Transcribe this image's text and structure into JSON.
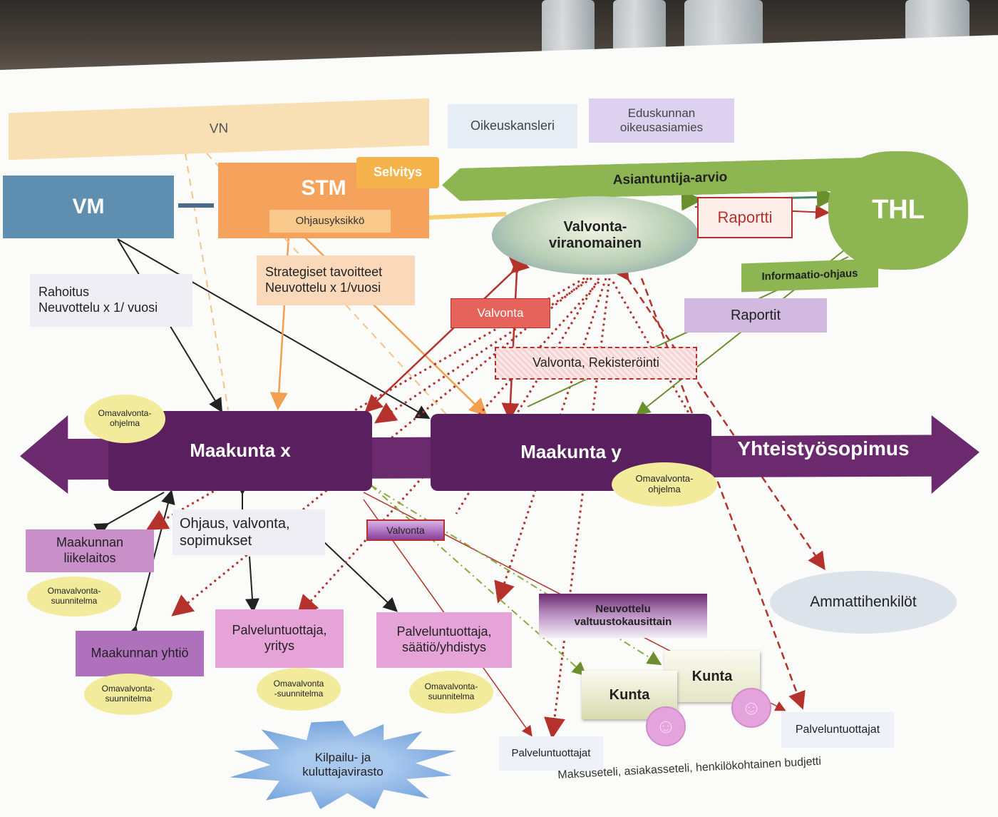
{
  "nodes": {
    "vn": "VN",
    "oikeuskansleri": "Oikeuskansleri",
    "eduskunnan": "Eduskunnan\noikeusasiamies",
    "vm": "VM",
    "stm": "STM",
    "selvitys": "Selvitys",
    "ohjausyksikko": "Ohjausyksikkö",
    "asiantuntija": "Asiantuntija-arvio",
    "thl": "THL",
    "valvontaviranomainen": "Valvonta-\nviranomainen",
    "raportti": "Raportti",
    "rahoitus": "Rahoitus\nNeuvottelu x 1/ vuosi",
    "strategiset": "Strategiset tavoitteet\nNeuvottelu x 1/vuosi",
    "informaatio": "Informaatio-ohjaus",
    "raportit": "Raportit",
    "valvonta1": "Valvonta",
    "valvonta_rek": "Valvonta, Rekisteröinti",
    "omavalvonta_ohjelma_x": "Omavalvonta-\nohjelma",
    "maakunta_x": "Maakunta x",
    "maakunta_y": "Maakunta y",
    "yhteistyo": "Yhteistyösopimus",
    "omavalvonta_ohjelma_y": "Omavalvonta-\nohjelma",
    "ohjaus": "Ohjaus, valvonta,\nsopimukset",
    "liikelaitos": "Maakunnan\nliikelaitos",
    "oms_liikelaitos": "Omavalvonta-\nsuunnitelma",
    "valvonta2": "Valvonta",
    "neuvottelu": "Neuvottelu\nvaltuustokausittain",
    "ammattihenkilot": "Ammattihenkilöt",
    "yhtio": "Maakunnan yhtiö",
    "oms_yhtio": "Omavalvonta-\nsuunnitelma",
    "pt_yritys": "Palveluntuottaja,\nyritys",
    "oms_yritys": "Omavalvonta\n-suunnitelma",
    "pt_saatio": "Palveluntuottaja,\nsäätiö/yhdistys",
    "oms_saatio": "Omavalvonta-\nsuunnitelma",
    "kunta1": "Kunta",
    "kunta2": "Kunta",
    "palveluntuottajat1": "Palveluntuottajat",
    "palveluntuottajat2": "Palveluntuottajat",
    "kkv": "Kilpailu- ja\nkuluttajavirasto",
    "maksuseteli": "Maksuseteli, asiakasseteli, henkilökohtainen budjetti"
  },
  "colors": {
    "vn": "#f9dfb4",
    "vm": "#5f8fb0",
    "stm": "#f5a35c",
    "thl": "#8db552",
    "valvonta_red": "#e5635a",
    "purple": "#6b2a6e",
    "lilac": "#c98fc9",
    "pink": "#e6a3d8",
    "yellow": "#f3eb9c",
    "grey": "#dde3ea"
  }
}
